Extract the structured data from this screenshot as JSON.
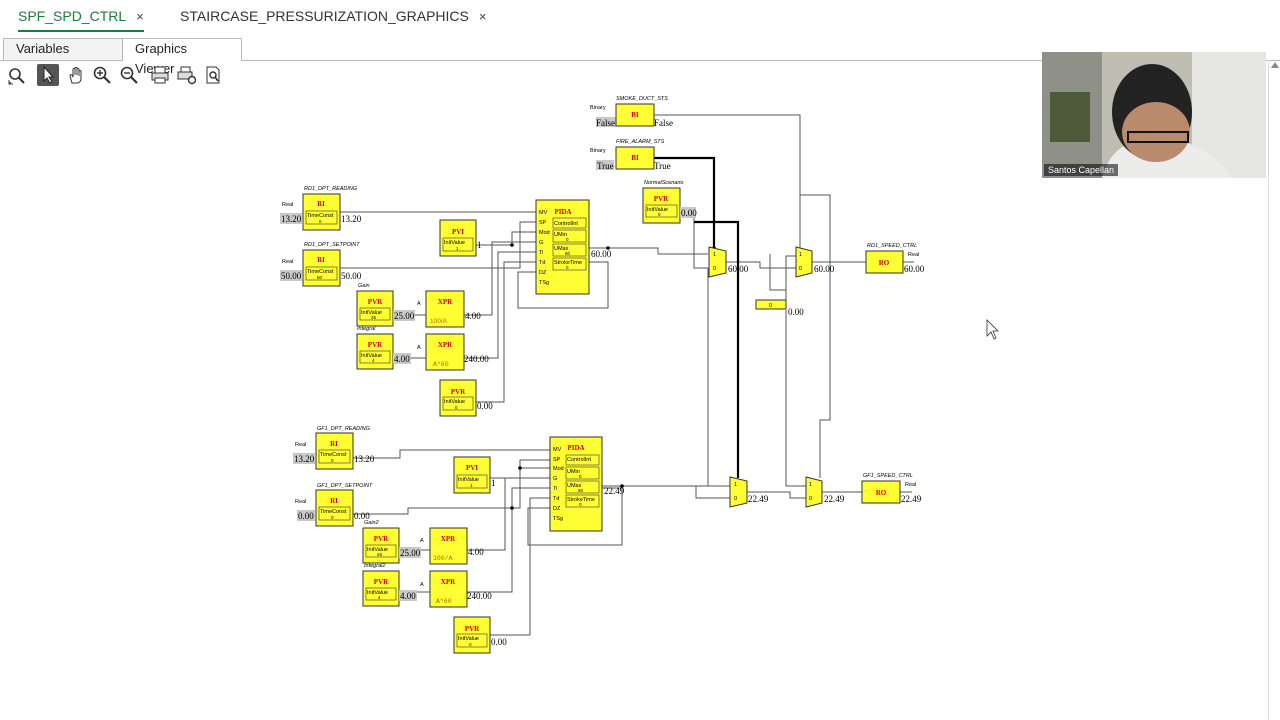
{
  "tabs": [
    {
      "label": "SPF_SPD_CTRL",
      "close": "×"
    },
    {
      "label": "STAIRCASE_PRESSURIZATION_GRAPHICS",
      "close": "×"
    }
  ],
  "subtabs": [
    "Variables",
    "Graphics Viewer"
  ],
  "toolbar": [
    "zoom-to-fit-icon",
    "pointer-icon",
    "pan-hand-icon",
    "zoom-in-icon",
    "zoom-out-icon",
    "print-icon",
    "print-setup-icon",
    "print-preview-icon"
  ],
  "video": {
    "name": "Santos Capellan"
  },
  "blocks": {
    "smoke_duct": {
      "caption": "SMOKE_DUCT_STS",
      "type": "Binary",
      "title": "BI",
      "in_val": "False",
      "out_val": "False"
    },
    "fire_alarm": {
      "caption": "FIRE_ALARM_STS",
      "type": "Binary",
      "title": "BI",
      "in_val": "True",
      "out_val": "True"
    },
    "rd1_reading": {
      "caption": "RD1_DPT_READING",
      "type": "Real",
      "title": "RI",
      "param": "TimeConst",
      "param_val": "0",
      "in_val": "13.20",
      "out_val": "13.20"
    },
    "rd1_setpoint": {
      "caption": "RD1_DPT_SETPOINT",
      "type": "Real",
      "title": "RI",
      "param": "TimeConst",
      "param_val": "50",
      "in_val": "50.00",
      "out_val": "50.00"
    },
    "pvi1": {
      "title": "PVI",
      "param": "InitValue",
      "param_val": "1",
      "out_val": "1"
    },
    "normal": {
      "caption": "NormalScenario",
      "title": "PVR",
      "param": "InitValue",
      "param_val": "0",
      "out_val": "0.00"
    },
    "pida1": {
      "title": "PIDA",
      "inputs": [
        "MV",
        "SP",
        "Mod",
        "G",
        "Ti",
        "Td",
        "DZ",
        "TSg"
      ],
      "params": [
        "ControlInt",
        "UMin",
        "UMax",
        "StrokeTime"
      ],
      "param_vals": [
        "",
        "0",
        "60",
        "0"
      ],
      "out_val": "60.00"
    },
    "gain": {
      "caption": "Gain",
      "title": "PVR",
      "param": "InitValue",
      "param_val": "25",
      "out_val": "25.00"
    },
    "xpr1": {
      "title": "XPR",
      "in_label": "A",
      "expr": "100/A",
      "out_val": "4.00"
    },
    "integral": {
      "caption": "Integral",
      "title": "PVR",
      "param": "InitValue",
      "param_val": "4",
      "out_val": "4.00"
    },
    "xpr2": {
      "title": "XPR",
      "in_label": "A",
      "expr": "A*60",
      "out_val": "240.00"
    },
    "pvr_td1": {
      "title": "PVR",
      "param": "InitValue",
      "param_val": "0",
      "out_val": "0.00"
    },
    "mux_a": {
      "in1": "1",
      "in0": "0",
      "out_val": "60.00"
    },
    "mux_b": {
      "in1": "1",
      "in0": "0",
      "out_val": "60.00"
    },
    "const0": {
      "val": "0",
      "out_val": "0.00"
    },
    "rd1_ctrl": {
      "caption": "RD1_SPEED_CTRL",
      "type": "Real",
      "title": "RO",
      "out_val": "60.00"
    },
    "gf1_reading": {
      "caption": "GF1_DPT_READING",
      "type": "Real",
      "title": "RI",
      "param": "TimeConst",
      "param_val": "0",
      "in_val": "13.20",
      "out_val": "13.20"
    },
    "gf1_setpoint": {
      "caption": "GF1_DPT_SETPOINT",
      "type": "Real",
      "title": "RI",
      "param": "TimeConst",
      "param_val": "0",
      "in_val": "0.00",
      "out_val": "0.00"
    },
    "pvi2": {
      "title": "PVI",
      "param": "InitValue",
      "param_val": "1",
      "out_val": "1"
    },
    "pida2": {
      "title": "PIDA",
      "inputs": [
        "MV",
        "SP",
        "Mod",
        "G",
        "Ti",
        "Td",
        "DZ",
        "TSg"
      ],
      "params": [
        "ControlInt",
        "UMin",
        "UMax",
        "StrokeTime"
      ],
      "param_vals": [
        "",
        "0",
        "60",
        "0"
      ],
      "out_val": "22.49"
    },
    "gain2": {
      "caption": "Gain2",
      "title": "PVR",
      "param": "InitValue",
      "param_val": "25",
      "out_val": "25.00"
    },
    "xpr3": {
      "title": "XPR",
      "in_label": "A",
      "expr": "100/A",
      "out_val": "4.00"
    },
    "integral2": {
      "caption": "Integral2",
      "title": "PVR",
      "param": "InitValue",
      "param_val": "4",
      "out_val": "4.00"
    },
    "xpr4": {
      "title": "XPR",
      "in_label": "A",
      "expr": "A*60",
      "out_val": "240.00"
    },
    "pvr_td2": {
      "title": "PVR",
      "param": "InitValue",
      "param_val": "0",
      "out_val": "0.00"
    },
    "mux_c": {
      "in1": "1",
      "in0": "0",
      "out_val": "22.49"
    },
    "mux_d": {
      "in1": "1",
      "in0": "0",
      "out_val": "22.49"
    },
    "gf1_ctrl": {
      "caption": "GF1_SPEED_CTRL",
      "type": "Real",
      "title": "RO",
      "out_val": "22.49"
    }
  },
  "colors": {
    "block_fill": "#ffff33",
    "block_title": "#d40000",
    "accent": "#1d7c3a",
    "value_bg": "#c8c8c8"
  }
}
